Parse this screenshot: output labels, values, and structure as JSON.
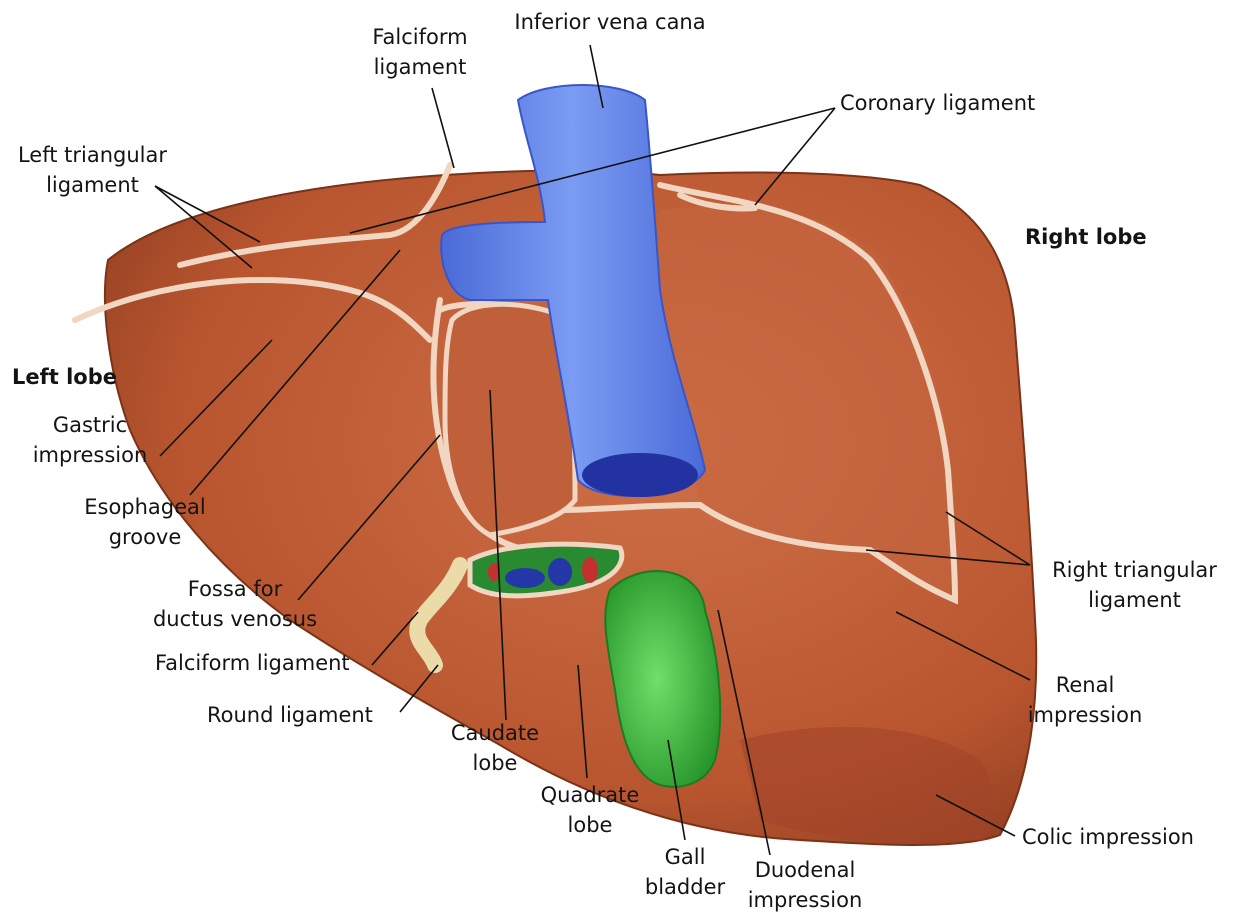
{
  "diagram": {
    "colors": {
      "liver": "#b8552f",
      "liver_dark": "#8a3a1e",
      "liver_light": "#cf7048",
      "peritoneum": "#f1d6c2",
      "vena_cava": "#5b7fe6",
      "vena_cava_dark": "#2838a8",
      "gall_bladder": "#39b236",
      "round_ligament": "#eadba8",
      "leader": "#111111"
    },
    "labels": {
      "ivc": "Inferior vena cana",
      "falciform_top_1": "Falciform",
      "falciform_top_2": "ligament",
      "coronary": "Coronary ligament",
      "left_triangular_1": "Left triangular",
      "left_triangular_2": "ligament",
      "right_lobe": "Right lobe",
      "left_lobe": "Left lobe",
      "gastric_1": "Gastric",
      "gastric_2": "impression",
      "esophageal_1": "Esophageal",
      "esophageal_2": "groove",
      "fossa_1": "Fossa for",
      "fossa_2": "ductus venosus",
      "falciform_bottom": "Falciform ligament",
      "round": "Round ligament",
      "caudate_1": "Caudate",
      "caudate_2": "lobe",
      "quadrate_1": "Quadrate",
      "quadrate_2": "lobe",
      "gall_1": "Gall",
      "gall_2": "bladder",
      "duodenal_1": "Duodenal",
      "duodenal_2": "impression",
      "right_triangular_1": "Right triangular",
      "right_triangular_2": "ligament",
      "renal_1": "Renal",
      "renal_2": "impression",
      "colic": "Colic impression"
    }
  }
}
